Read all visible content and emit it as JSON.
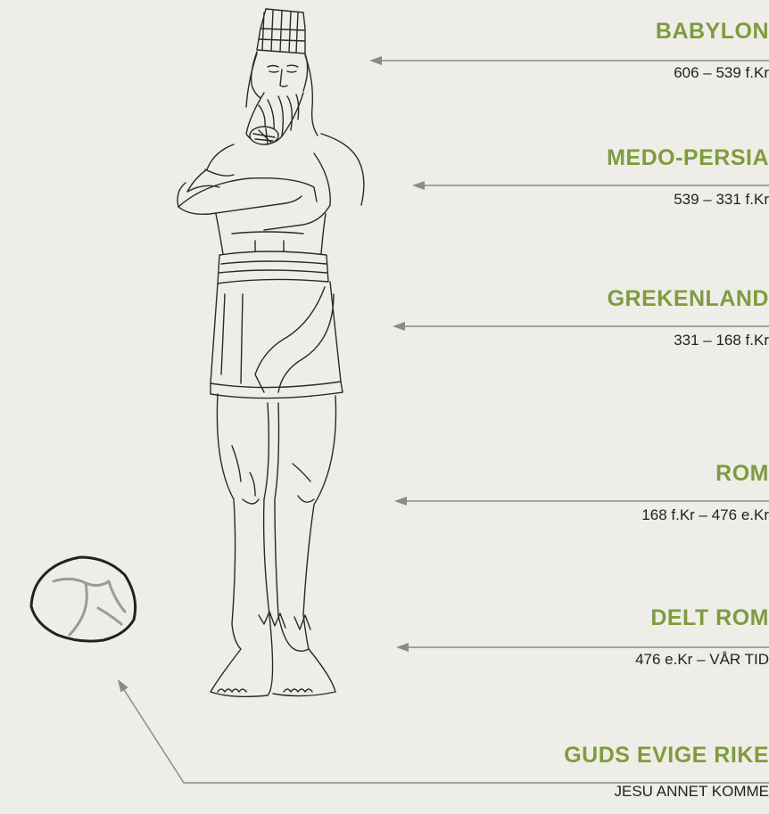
{
  "colors": {
    "accent": "#7f9c3c",
    "line": "#8a8a8a",
    "ink": "#222222",
    "stone_crack": "#9a9a9a"
  },
  "kingdoms": [
    {
      "name": "BABYLON",
      "period": "606 – 539 f.Kr",
      "body_part": "head"
    },
    {
      "name": "MEDO-PERSIA",
      "period": "539 – 331 f.Kr",
      "body_part": "chest-and-arms"
    },
    {
      "name": "GREKENLAND",
      "period": "331 – 168 f.Kr",
      "body_part": "belly-and-thighs"
    },
    {
      "name": "ROM",
      "period": "168 f.Kr – 476 e.Kr",
      "body_part": "legs"
    },
    {
      "name": "DELT ROM",
      "period": "476 e.Kr – VÅR TID",
      "body_part": "feet"
    },
    {
      "name": "GUDS EVIGE RIKE",
      "period": "JESU ANNET KOMME",
      "body_part": "stone"
    }
  ]
}
